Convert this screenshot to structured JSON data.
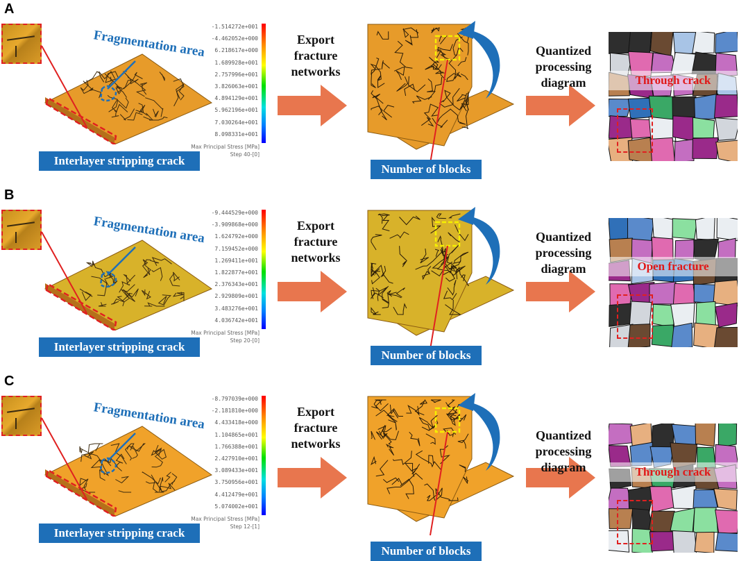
{
  "panels": [
    {
      "letter": "A",
      "fragmentation_label": "Fragmentation area",
      "interlayer_label": "Interlayer stripping crack",
      "colorbar_values": [
        "-1.514272e+001",
        "-4.462052e+000",
        "6.218617e+000",
        "1.689928e+001",
        "2.757996e+001",
        "3.826063e+001",
        "4.894129e+001",
        "5.962196e+001",
        "7.030264e+001",
        "8.098331e+001"
      ],
      "colorbar_caption": "Max Principal Stress [MPa]",
      "colorbar_step": "Step 40-[0]",
      "export_text": [
        "Export",
        "fracture",
        "networks"
      ],
      "blocks_label": "Number of blocks",
      "quant_text": [
        "Quantized",
        "processing",
        "diagram"
      ],
      "quant_title": "Through crack",
      "slab_color": "#e79b2a"
    },
    {
      "letter": "B",
      "fragmentation_label": "Fragmentation area",
      "interlayer_label": "Interlayer stripping crack",
      "colorbar_values": [
        "-9.444529e+000",
        "-3.909868e+000",
        "1.624792e+000",
        "7.159452e+000",
        "1.269411e+001",
        "1.822877e+001",
        "2.376343e+001",
        "2.929809e+001",
        "3.483276e+001",
        "4.036742e+001"
      ],
      "colorbar_caption": "Max Principal Stress [MPa]",
      "colorbar_step": "Step 20-[0]",
      "export_text": [
        "Export",
        "fracture",
        "networks"
      ],
      "blocks_label": "Number of blocks",
      "quant_text": [
        "Quantized",
        "processing",
        "diagram"
      ],
      "quant_title": "Open fracture",
      "slab_color": "#d8b22a"
    },
    {
      "letter": "C",
      "fragmentation_label": "Fragmentation area",
      "interlayer_label": "Interlayer stripping crack",
      "colorbar_values": [
        "-8.797039e+000",
        "-2.181810e+000",
        "4.433418e+000",
        "1.104865e+001",
        "1.766388e+001",
        "2.427910e+001",
        "3.089433e+001",
        "3.750956e+001",
        "4.412479e+001",
        "5.074002e+001"
      ],
      "colorbar_caption": "Max Principal Stress [MPa]",
      "colorbar_step": "Step 12-[1]",
      "export_text": [
        "Export",
        "fracture",
        "networks"
      ],
      "blocks_label": "Number of blocks",
      "quant_text": [
        "Quantized",
        "processing",
        "diagram"
      ],
      "quant_title": "Through crack",
      "slab_color": "#f0a22a"
    }
  ],
  "colors": {
    "accent_blue": "#1e6fb8",
    "arrow_orange": "#e8764e",
    "dash_red": "#e02020",
    "title_red": "#e01818"
  }
}
